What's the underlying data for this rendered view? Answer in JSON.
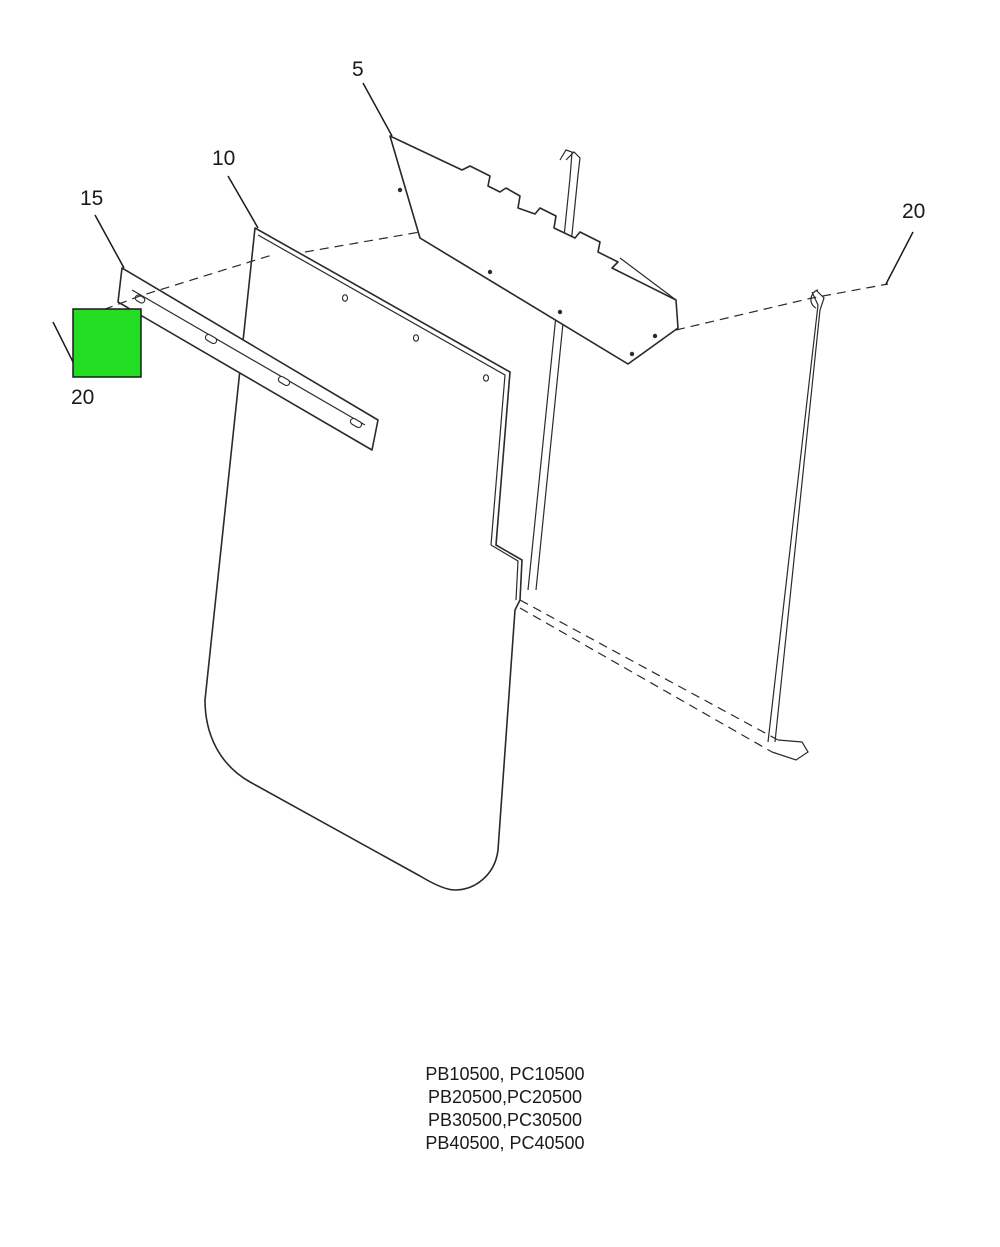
{
  "callouts": {
    "c5": "5",
    "c10": "10",
    "c15": "15",
    "c20_right": "20",
    "c20_left": "20"
  },
  "highlight": {
    "color": "#22dd22",
    "target": "20"
  },
  "models": [
    "PB10500, PC10500",
    "PB20500,PC20500",
    "PB30500,PC30500",
    "PB40500, PC40500"
  ],
  "footer": {
    "left": "",
    "right": ""
  }
}
